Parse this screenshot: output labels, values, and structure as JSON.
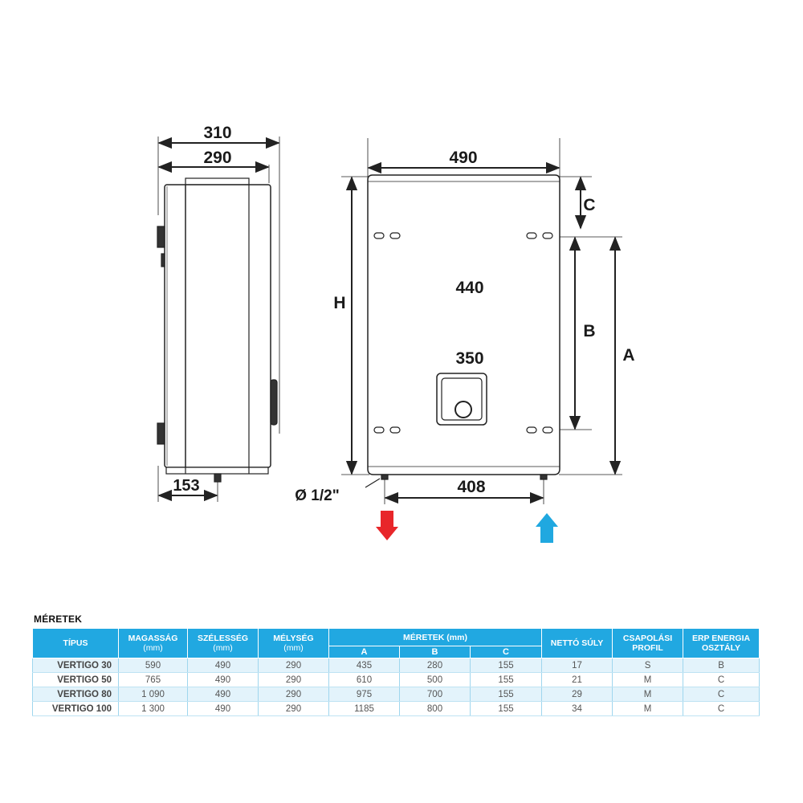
{
  "drawing": {
    "dimensions": {
      "side_depth_outer": "310",
      "side_depth_inner": "290",
      "side_pipe_offset": "153",
      "front_width": "490",
      "bracket_spacing": "440",
      "lower_bracket_spacing": "350",
      "pipe_spacing": "408",
      "pipe_diameter": "Ø 1/2\"",
      "label_h": "H",
      "label_a": "A",
      "label_b": "B",
      "label_c": "C"
    },
    "colors": {
      "hot_arrow": "#e8262a",
      "cold_arrow": "#20a8e0",
      "line": "#222222"
    },
    "icons": {
      "hot": "arrow-down-icon",
      "cold": "arrow-up-icon"
    }
  },
  "table": {
    "title": "MÉRETEK",
    "headers": {
      "type": "TÍPUS",
      "height": "MAGASSÁG",
      "height_unit": "(mm)",
      "width": "SZÉLESSÉG",
      "width_unit": "(mm)",
      "depth": "MÉLYSÉG",
      "depth_unit": "(mm)",
      "dims": "MÉRETEK (mm)",
      "a": "A",
      "b": "B",
      "c": "C",
      "weight": "NETTÓ SÚLY",
      "profile": "CSAPOLÁSI PROFIL",
      "erp": "ERP ENERGIA OSZTÁLY"
    },
    "rows": [
      {
        "type": "VERTIGO 30",
        "height": "590",
        "width": "490",
        "depth": "290",
        "a": "435",
        "b": "280",
        "c": "155",
        "weight": "17",
        "profile": "S",
        "erp": "B"
      },
      {
        "type": "VERTIGO 50",
        "height": "765",
        "width": "490",
        "depth": "290",
        "a": "610",
        "b": "500",
        "c": "155",
        "weight": "21",
        "profile": "M",
        "erp": "C"
      },
      {
        "type": "VERTIGO 80",
        "height": "1 090",
        "width": "490",
        "depth": "290",
        "a": "975",
        "b": "700",
        "c": "155",
        "weight": "29",
        "profile": "M",
        "erp": "C"
      },
      {
        "type": "VERTIGO 100",
        "height": "1 300",
        "width": "490",
        "depth": "290",
        "a": "1185",
        "b": "800",
        "c": "155",
        "weight": "34",
        "profile": "M",
        "erp": "C"
      }
    ]
  }
}
